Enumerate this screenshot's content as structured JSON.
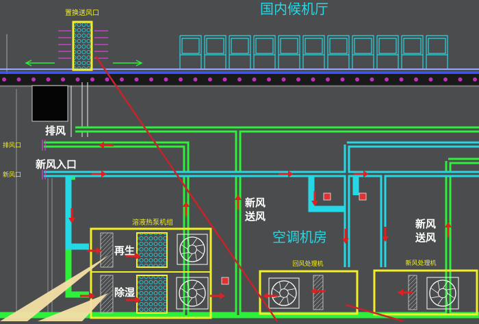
{
  "labels": {
    "hall_title": "国内候机厅",
    "displacement_outlet": "置换送风口",
    "exhaust_big": "排风",
    "exhaust_small": "排风口",
    "fresh_inlet_big": "新风入口",
    "fresh_inlet_small": "新风口",
    "unit_heatpump": "溶液热泵机组",
    "regen": "再生",
    "dehumid": "除湿",
    "fresh_supply_mid_1": "新风",
    "fresh_supply_mid_2": "送风",
    "ac_room": "空调机房",
    "return_ahu": "回风处理机",
    "fresh_ahu": "新风处理机",
    "fresh_supply_right_1": "新风",
    "fresh_supply_right_2": "送风"
  },
  "colors": {
    "background": "#4a4c4d",
    "fresh_air_duct": "#25d8e6",
    "exhaust_duct": "#2ef03a",
    "arrow": "#e02020",
    "equipment_outline": "#f2ee2a",
    "equipment_text": "#f2ee2a",
    "hall_text": "#25d8e6",
    "annotation_text": "#ffffff",
    "red_leader": "#c8232a",
    "seat_outline": "#25d8e6",
    "beam": "#c030c0"
  },
  "icons": [
    "fan-icon",
    "coil-icon",
    "filter-icon",
    "damper-icon",
    "flow-arrow-icon",
    "seat-icon",
    "diffuser-icon"
  ]
}
